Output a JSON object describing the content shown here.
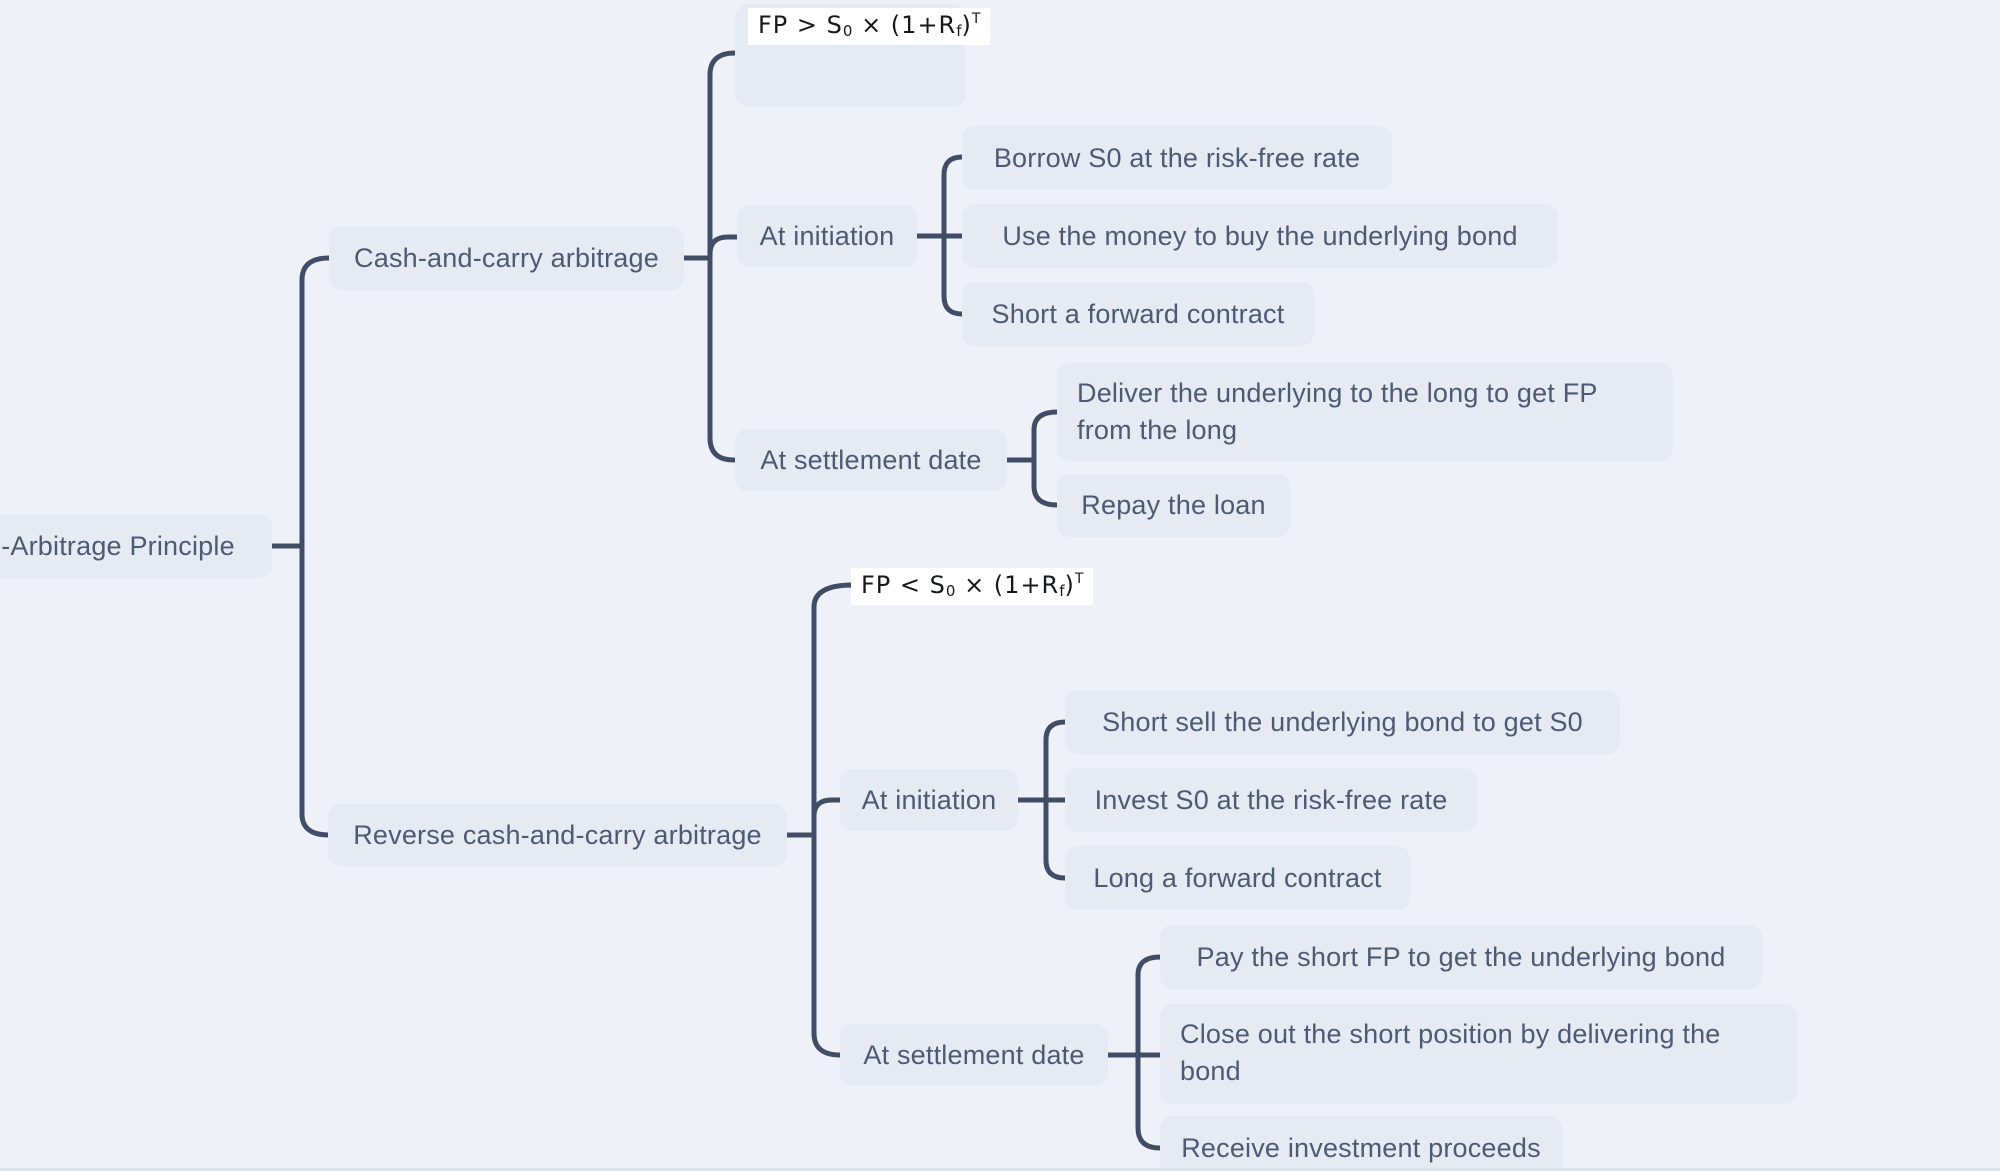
{
  "colors": {
    "canvas_background": "#eef2f8",
    "node_fill": "#e6eaf3",
    "node_text": "#4c5a74",
    "connector_line": "#3f4d66",
    "formula_background": "#ffffff",
    "formula_text": "#16181d"
  },
  "mindmap": {
    "root": {
      "label": "-Arbitrage Principle"
    },
    "branches": [
      {
        "label": "Cash-and-carry arbitrage",
        "formula": {
          "base1": "FP > S",
          "sub1": "0",
          "base2": " × (1+R",
          "sub2": "f",
          "base3": ")",
          "sup": "T"
        },
        "groups": [
          {
            "label": "At initiation",
            "items": [
              {
                "label": "Borrow S0 at the risk-free rate"
              },
              {
                "label": "Use the money to buy the underlying bond"
              },
              {
                "label": "Short a forward contract"
              }
            ]
          },
          {
            "label": "At settlement date",
            "items": [
              {
                "label": "Deliver the underlying to the long to get FP from the long"
              },
              {
                "label": "Repay the loan"
              }
            ]
          }
        ]
      },
      {
        "label": "Reverse cash-and-carry arbitrage",
        "formula": {
          "base1": "FP < S",
          "sub1": "0",
          "base2": " × (1+R",
          "sub2": "f",
          "base3": ")",
          "sup": "T"
        },
        "groups": [
          {
            "label": "At initiation",
            "items": [
              {
                "label": "Short sell the underlying bond to get S0"
              },
              {
                "label": "Invest S0 at the risk-free rate"
              },
              {
                "label": "Long a forward contract"
              }
            ]
          },
          {
            "label": "At settlement date",
            "items": [
              {
                "label": "Pay the short FP to get the underlying bond"
              },
              {
                "label": "Close out the short position by delivering the bond"
              },
              {
                "label": "Receive investment proceeds"
              }
            ]
          }
        ]
      }
    ]
  }
}
